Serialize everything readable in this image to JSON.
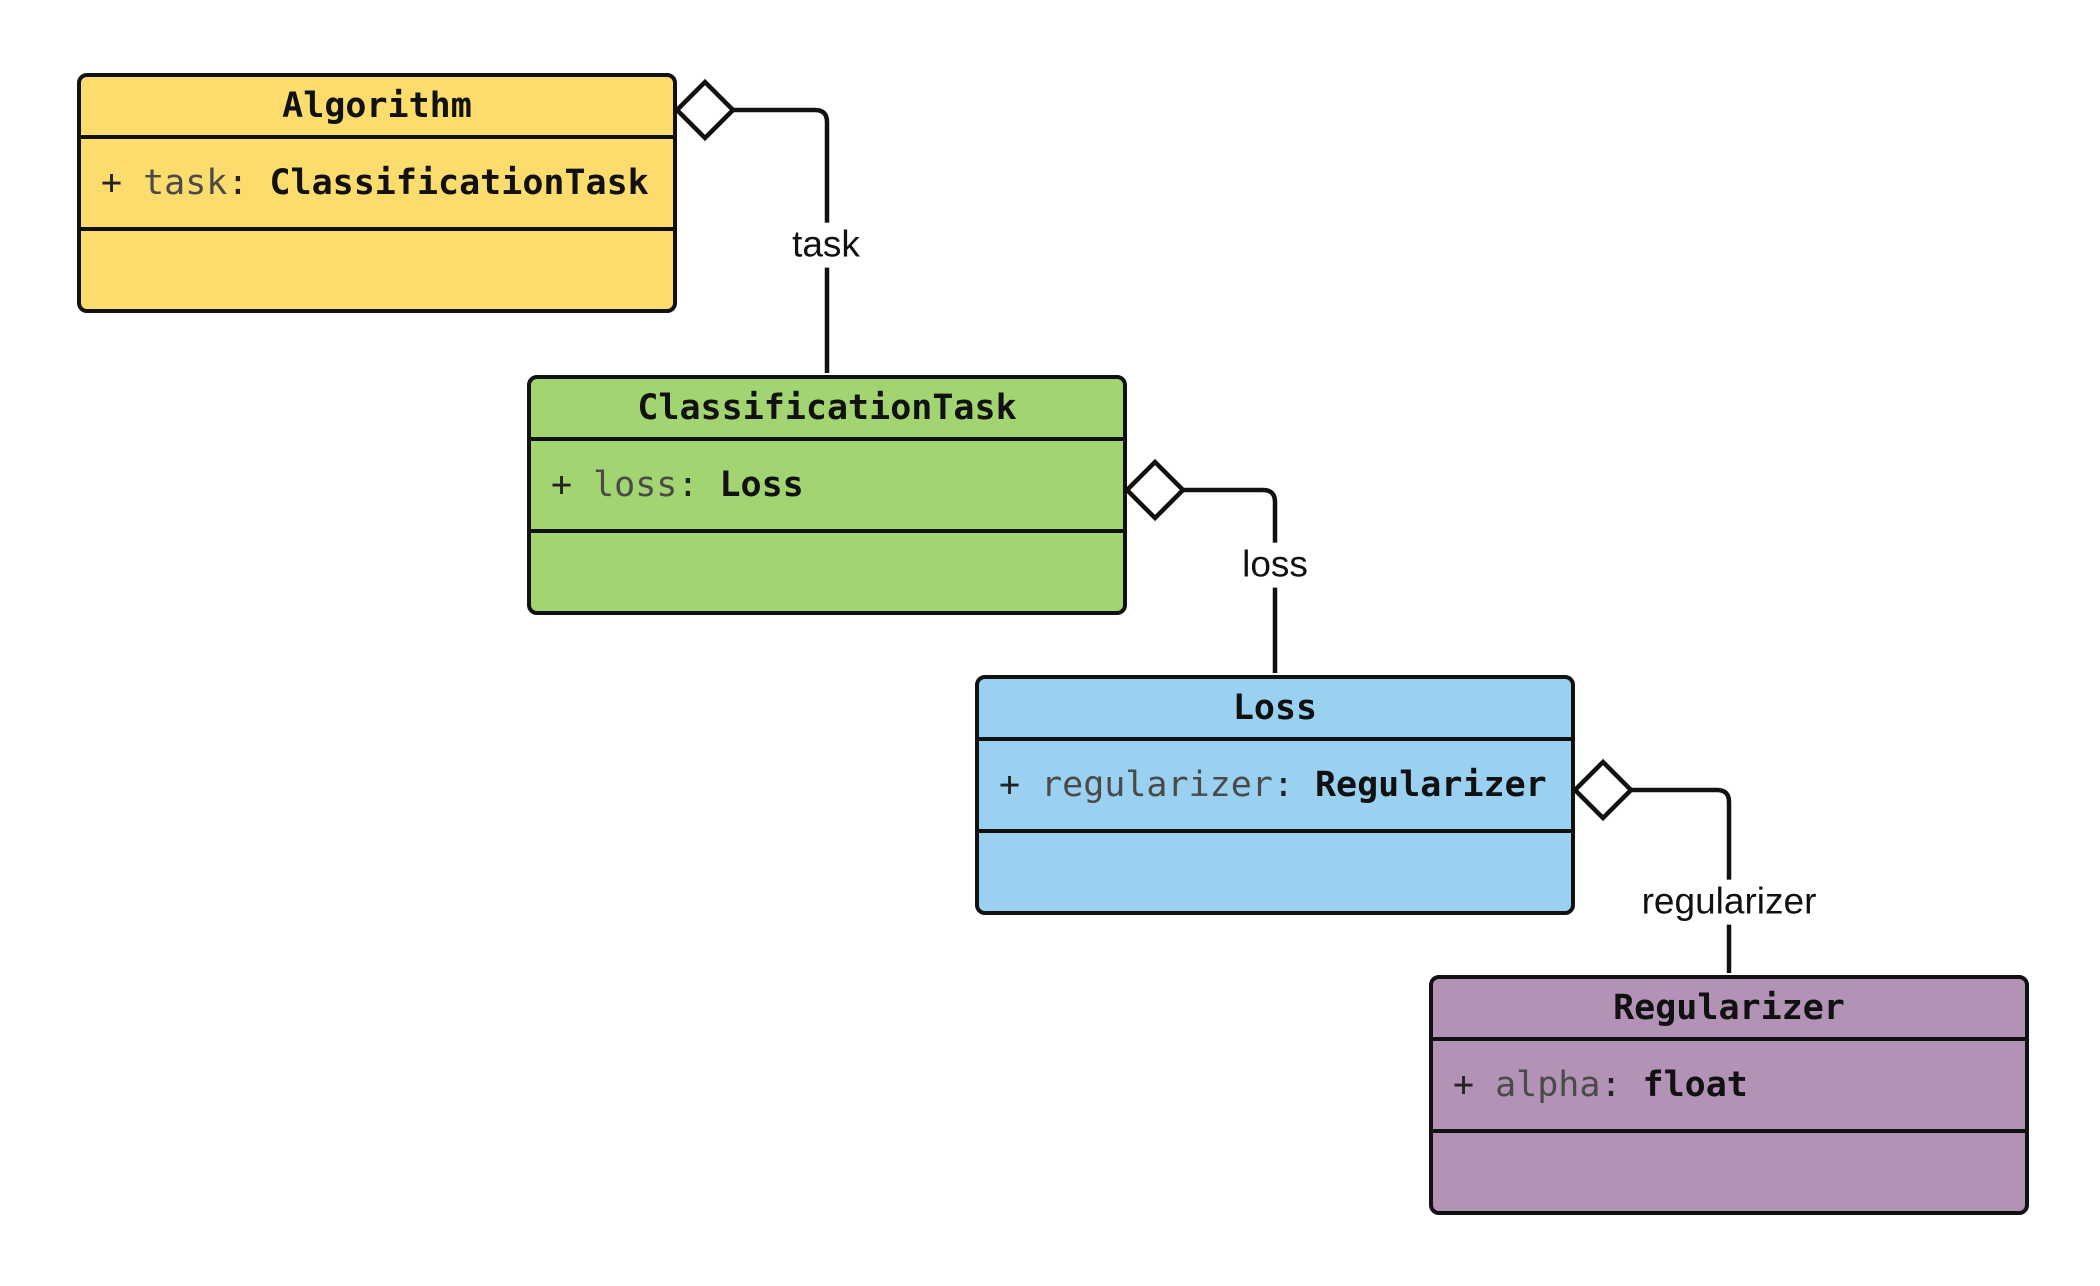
{
  "diagram": {
    "type": "uml-class-diagram",
    "classes": [
      {
        "name": "Algorithm",
        "fill": "#FDDC6E",
        "attribute": {
          "prefix": "+",
          "name": "task",
          "separator": ":",
          "type": "ClassificationTask"
        }
      },
      {
        "name": "ClassificationTask",
        "fill": "#A2D571",
        "attribute": {
          "prefix": "+",
          "name": "loss",
          "separator": ":",
          "type": "Loss"
        }
      },
      {
        "name": "Loss",
        "fill": "#9AD0F0",
        "attribute": {
          "prefix": "+",
          "name": "regularizer",
          "separator": ":",
          "type": "Regularizer"
        }
      },
      {
        "name": "Regularizer",
        "fill": "#B292B5",
        "attribute": {
          "prefix": "+",
          "name": "alpha",
          "separator": ":",
          "type": "float"
        }
      }
    ],
    "relations": [
      {
        "from": "Algorithm",
        "to": "ClassificationTask",
        "label": "task",
        "kind": "aggregation"
      },
      {
        "from": "ClassificationTask",
        "to": "Loss",
        "label": "loss",
        "kind": "aggregation"
      },
      {
        "from": "Loss",
        "to": "Regularizer",
        "label": "regularizer",
        "kind": "aggregation"
      }
    ],
    "colors": {
      "background": "#FFFFFF",
      "border": "#111111",
      "attribute_name_text": "#4A4A4A",
      "text": "#111111"
    }
  }
}
